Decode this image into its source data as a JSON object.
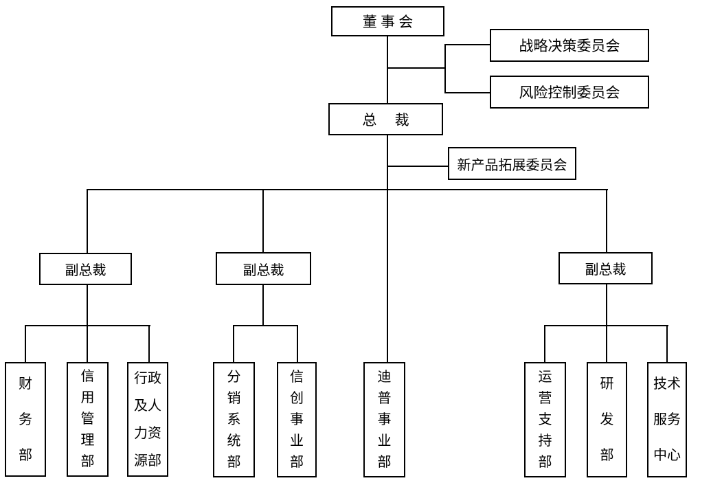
{
  "colors": {
    "background": "#ffffff",
    "line": "#000000",
    "text": "#000000"
  },
  "org_chart": {
    "board": "董 事 会",
    "strategy_committee": "战略决策委员会",
    "risk_committee": "风险控制委员会",
    "president": "总　 裁",
    "new_product_committee": "新产品拓展委员会",
    "vp_left": "副总裁",
    "vp_middle": "副总裁",
    "vp_right": "副总裁",
    "finance_dept": "财\n务\n部",
    "credit_management_dept": "信\n用\n管\n理\n部",
    "admin_hr_dept": "行政\n及人\n力资\n源部",
    "distribution_system_dept": "分\n销\n系\n统\n部",
    "xinchuang_business_dept": "信\n创\n事\n业\n部",
    "dipu_business_dept": "迪\n普\n事\n业\n部",
    "operations_support_dept": "运\n营\n支\n持\n部",
    "rd_dept": "研\n发\n部",
    "tech_service_center": "技术\n服务\n中心"
  }
}
